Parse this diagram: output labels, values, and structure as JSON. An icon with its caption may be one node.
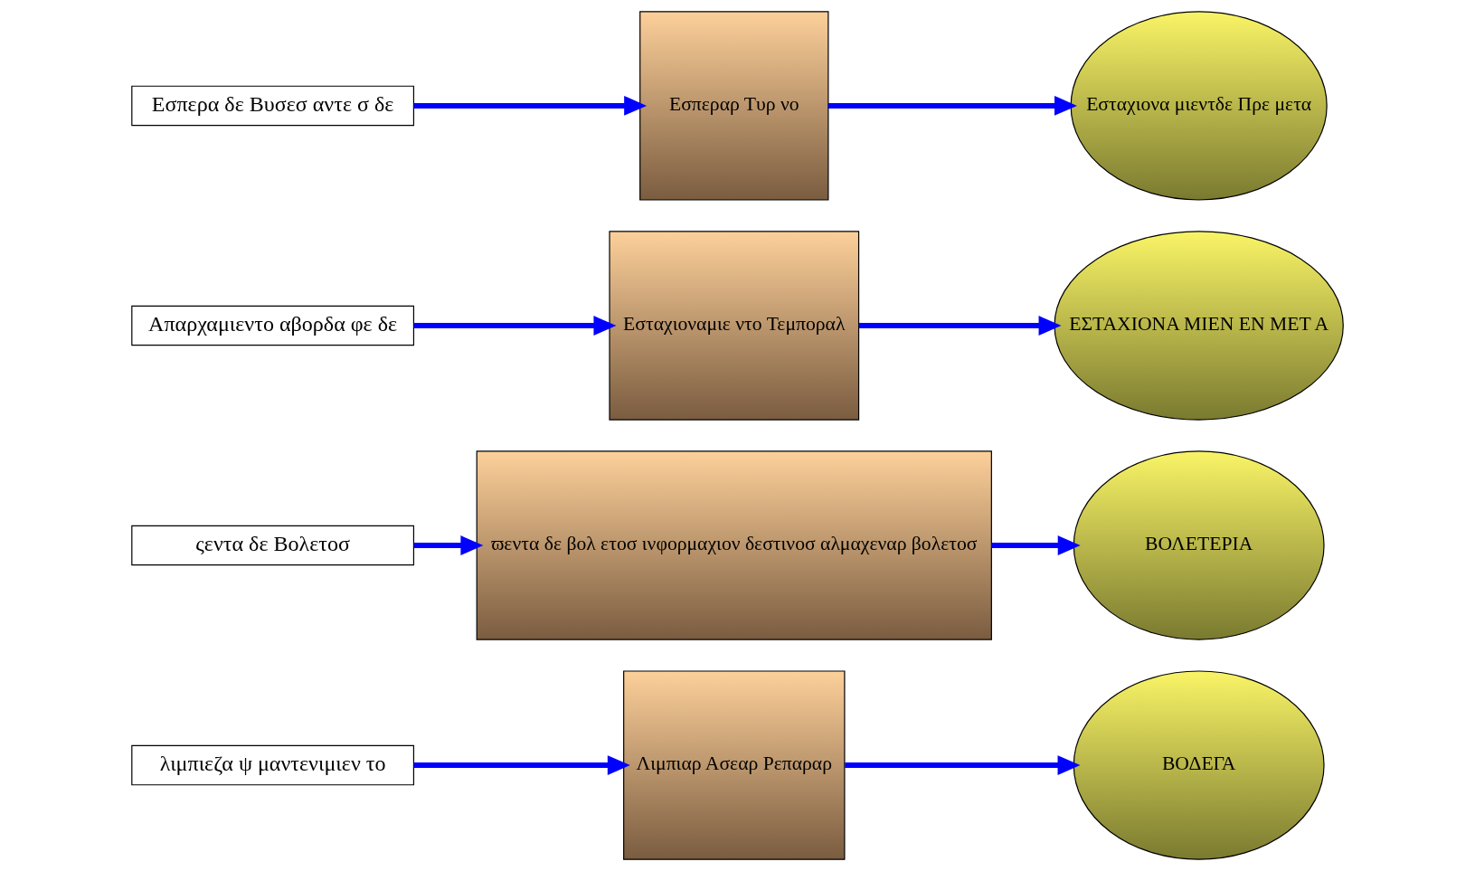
{
  "diagram": {
    "nodes": [
      {
        "text": [
          "λιμπιεζα ψ μαντενιμιεν το"
        ]
      },
      {
        "text": [
          "Λιμπιαρ Ασεαρ Ρεπαραρ"
        ]
      },
      {
        "text": [
          "ΒΟΔΕΓΑ"
        ]
      },
      {
        "text": [
          "ςεντα δε Βολετοσ"
        ]
      },
      {
        "text": [
          "ϖεντα δε βολ ετοσ ινφορμαχιον δεστινοσ αλμαχεναρ βολετοσ"
        ]
      },
      {
        "text": [
          "ΒΟΛΕΤΕΡΙΑ"
        ]
      },
      {
        "text": [
          "Απαρχαμιεντο αβορδα φε δε"
        ]
      },
      {
        "text": [
          "Εσταχιοναμιε ντο Τεμποραλ"
        ]
      },
      {
        "text": [
          "ΕΣΤΑΧΙΟΝΑ ΜΙΕΝ ΕΝ ΜΕΤ Α"
        ]
      },
      {
        "text": [
          "Εσπερα δε Βυσεσ αντε σ δε"
        ]
      },
      {
        "text": [
          "Εσπεραρ Τυρ νο"
        ]
      },
      {
        "text": [
          "Εσταχιονα μιεντδε Πρε μετα"
        ]
      }
    ],
    "edges": [
      {
        "from": 0,
        "to": 1,
        "arrow": "to"
      },
      {
        "from": 1,
        "to": 2,
        "arrow": "to"
      },
      {
        "from": 3,
        "to": 4,
        "arrow": "to"
      },
      {
        "from": 4,
        "to": 5,
        "arrow": "to"
      },
      {
        "from": 6,
        "to": 7,
        "arrow": "to"
      },
      {
        "from": 7,
        "to": 8,
        "arrow": "to"
      },
      {
        "from": 9,
        "to": 10,
        "arrow": "to"
      },
      {
        "from": 10,
        "to": 11,
        "arrow": "to"
      }
    ]
  }
}
